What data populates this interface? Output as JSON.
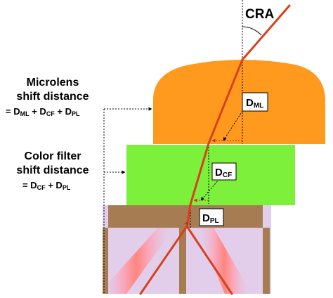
{
  "cra_label": "CRA",
  "microlens_label": {
    "line1": "Microlens",
    "line2": "shift distance",
    "formula": "= D",
    "sub_ml": "ML",
    "plus1": " + D",
    "sub_cf": "CF",
    "plus2": " + D",
    "sub_pl": "PL"
  },
  "colorfilter_label": {
    "line1": "Color filter",
    "line2": "shift distance",
    "formula": "= D",
    "sub_cf": "CF",
    "plus": " + D",
    "sub_pl": "PL"
  },
  "box_ml": {
    "main": "D",
    "sub": "ML"
  },
  "box_cf": {
    "main": "D",
    "sub": "CF"
  },
  "box_pl": {
    "main": "D",
    "sub": "PL"
  },
  "colors": {
    "microlens": "#FF9A1E",
    "color_filter": "#7CF03A",
    "planarization": "#A67C52",
    "pixel_bg": "#E2CDEB",
    "ray": "#D8401A",
    "arrow_dots": "#D82020"
  }
}
